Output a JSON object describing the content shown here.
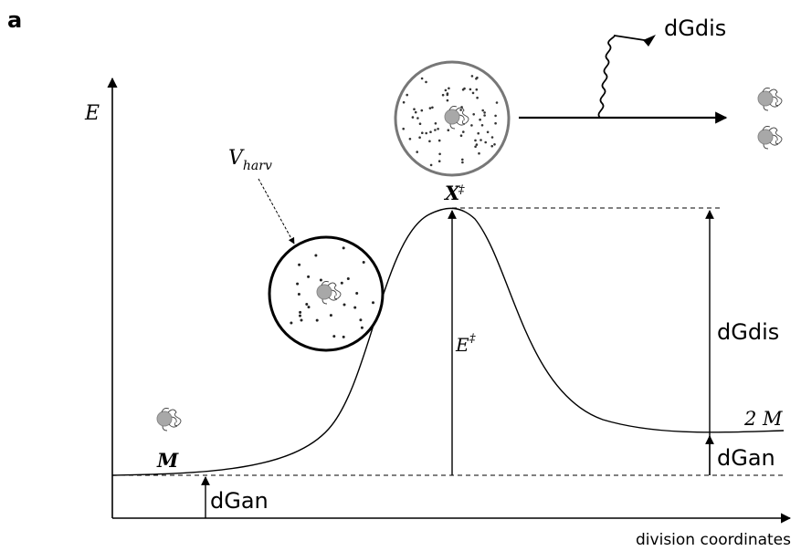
{
  "panel_label": "a",
  "axes": {
    "y_label": "E",
    "x_label": "division coordinates"
  },
  "labels": {
    "reactant": "M",
    "transition_state": "X",
    "transition_state_mark": "‡",
    "product": "2 M",
    "activation_energy": "E",
    "activation_energy_mark": "‡",
    "volume": "V",
    "volume_subscript": "harv",
    "dissipation_top": "dGdis",
    "dissipation_right": "dGdis",
    "gain_right": "dGan",
    "gain_bottom": "dGan"
  }
}
